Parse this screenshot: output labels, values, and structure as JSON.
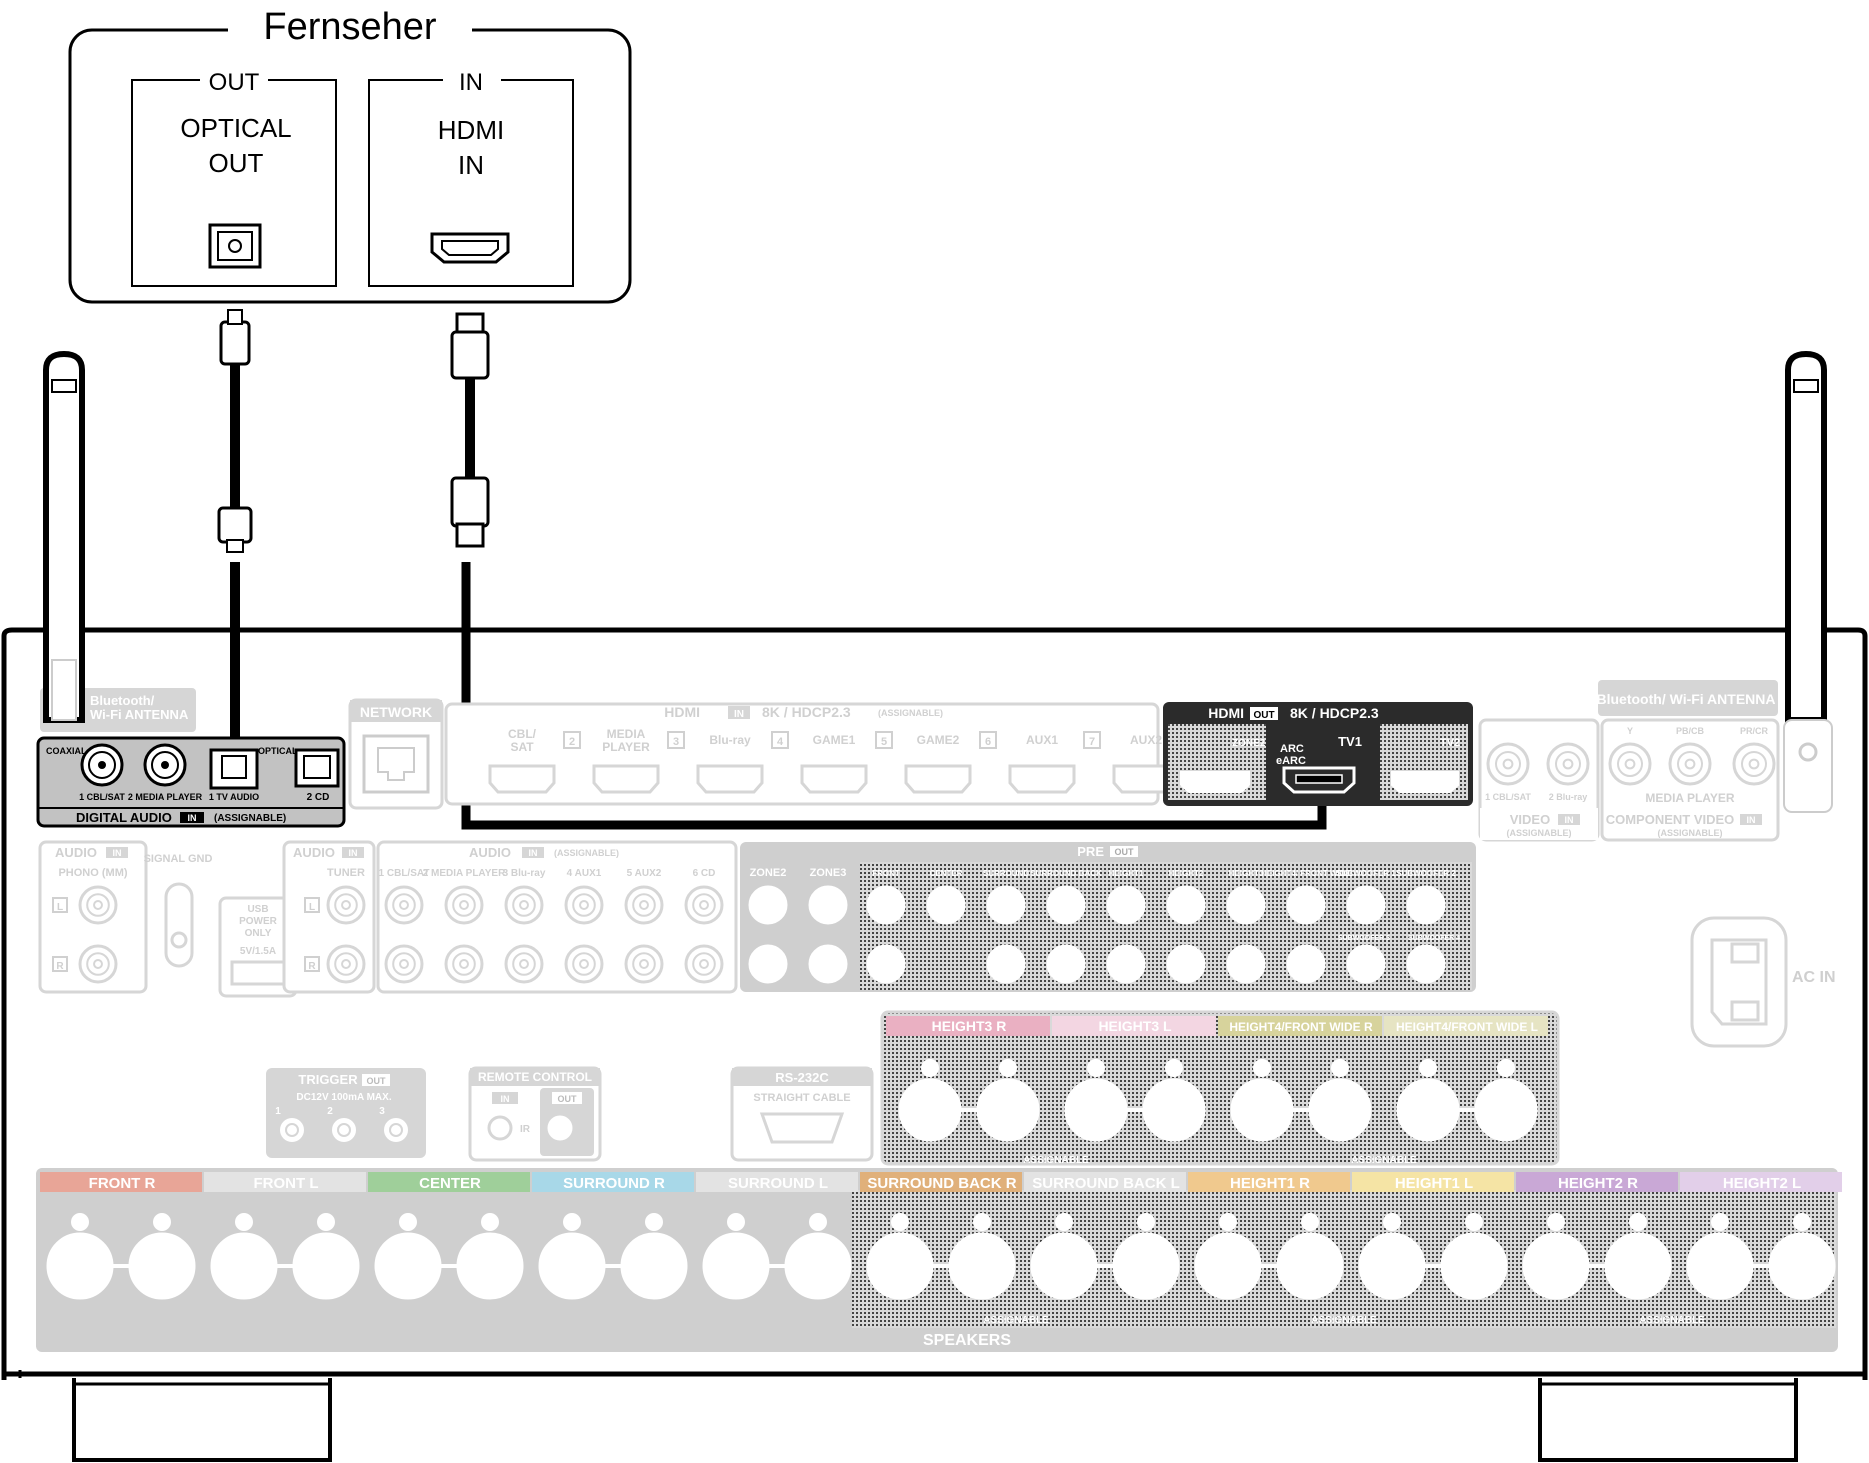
{
  "tv": {
    "title": "Fernseher",
    "out_group": "OUT",
    "out_port_line1": "OPTICAL",
    "out_port_line2": "OUT",
    "in_group": "IN",
    "in_port_line1": "HDMI",
    "in_port_line2": "IN"
  },
  "receiver": {
    "bt_antenna_line1": "Bluetooth/",
    "bt_antenna_line2": "Wi-Fi ANTENNA",
    "bt_antenna_right": "Bluetooth/ Wi-Fi ANTENNA",
    "network": "NETWORK",
    "digital_audio": {
      "coaxial": "COAXIAL",
      "optical": "OPTICAL",
      "in1": "1 CBL/SAT",
      "in2": "2 MEDIA PLAYER",
      "in3": "1 TV AUDIO",
      "in4": "2 CD",
      "title": "DIGITAL AUDIO",
      "in_badge": "IN",
      "assignable": "(ASSIGNABLE)"
    },
    "hdmi_in": {
      "title": "HDMI",
      "badge": "IN",
      "spec": "8K / HDCP2.3",
      "assignable": "(ASSIGNABLE)",
      "inputs": [
        "CBL/ SAT",
        "MEDIA PLAYER",
        "Blu-ray",
        "GAME1",
        "GAME2",
        "AUX1",
        "AUX2"
      ],
      "numbers": [
        "2",
        "3",
        "4",
        "5",
        "6",
        "7"
      ]
    },
    "hdmi_out": {
      "title": "HDMI",
      "badge": "OUT",
      "spec": "8K / HDCP2.3",
      "zone": "ZONE2",
      "arc_line1": "ARC",
      "arc_line2": "eARC",
      "tv1": "TV1",
      "tv2": "TV2"
    },
    "video": {
      "in1": "1 CBL/SAT",
      "in2": "2 Blu-ray",
      "title": "VIDEO",
      "badge": "IN",
      "assignable": "(ASSIGNABLE)"
    },
    "component": {
      "y": "Y",
      "pb": "PB/CB",
      "pr": "PR/CR",
      "media": "MEDIA PLAYER",
      "title": "COMPONENT VIDEO",
      "badge": "IN",
      "assignable": "(ASSIGNABLE)"
    },
    "audio_phono": {
      "title": "AUDIO",
      "badge": "IN",
      "label": "PHONO (MM)"
    },
    "signal_gnd": "SIGNAL GND",
    "usb": {
      "line1": "USB",
      "line2": "POWER",
      "line3": "ONLY",
      "rating": "5V/1.5A"
    },
    "audio_tuner": {
      "title": "AUDIO",
      "badge": "IN",
      "label": "TUNER"
    },
    "audio_assign": {
      "title": "AUDIO",
      "badge": "IN",
      "assignable": "(ASSIGNABLE)",
      "inputs": [
        "1 CBL/SAT",
        "2 MEDIA PLAYER",
        "3 Blu-ray",
        "4 AUX1",
        "5 AUX2",
        "6 CD"
      ]
    },
    "pre_out": {
      "title": "PRE",
      "badge": "OUT",
      "zones": [
        "ZONE2",
        "ZONE3"
      ],
      "channels": [
        "FRONT",
        "CENTER",
        "SURROUND",
        "SURROUND BACK",
        "HEIGHT1",
        "HEIGHT2",
        "HEIGHT3",
        "HEIGHT4/ FRONT WIDE",
        "SUBWOOFER 1",
        "SUBWOOFER 2"
      ],
      "sub3": "SUBWOOFER 3",
      "sub4": "SUBWOOFER 4"
    },
    "lr_left": "L",
    "lr_right": "R",
    "ac_in": "AC IN",
    "trigger": {
      "title": "TRIGGER",
      "badge": "OUT",
      "spec": "DC12V 100mA MAX.",
      "nums": [
        "1",
        "2",
        "3"
      ]
    },
    "remote": {
      "title": "REMOTE CONTROL",
      "in": "IN",
      "out": "OUT",
      "ir": "IR"
    },
    "rs232": {
      "title": "RS-232C",
      "sub": "STRAIGHT CABLE"
    },
    "height_upper": [
      "HEIGHT3 R",
      "HEIGHT3 L",
      "HEIGHT4/FRONT WIDE R",
      "HEIGHT4/FRONT WIDE L"
    ],
    "speakers_lower": [
      "FRONT R",
      "FRONT L",
      "CENTER",
      "SURROUND R",
      "SURROUND L",
      "SURROUND BACK R",
      "SURROUND BACK L",
      "HEIGHT1 R",
      "HEIGHT1 L",
      "HEIGHT2 R",
      "HEIGHT2 L"
    ],
    "assignable": "ASSIGNABLE",
    "speakers": "SPEAKERS"
  },
  "colors": {
    "line": "#000000",
    "panel_grey": "#d6d6d6",
    "panel_text": "#ffffff",
    "dark_panel": "#2b2b2b",
    "front_r": "#e8a597",
    "center": "#9fcf9a",
    "surround_r": "#a8d8e8",
    "surround_back_r": "#e0b07a",
    "height1_r": "#f0c98e",
    "height1_l": "#f5e4a5",
    "height2_r": "#c9a8d6",
    "height2_l": "#e2cfe9",
    "height3_r": "#eab0c2",
    "height3_l": "#f3d6e2",
    "height4_r": "#d7d39c",
    "height4_l": "#e6e4c3"
  }
}
